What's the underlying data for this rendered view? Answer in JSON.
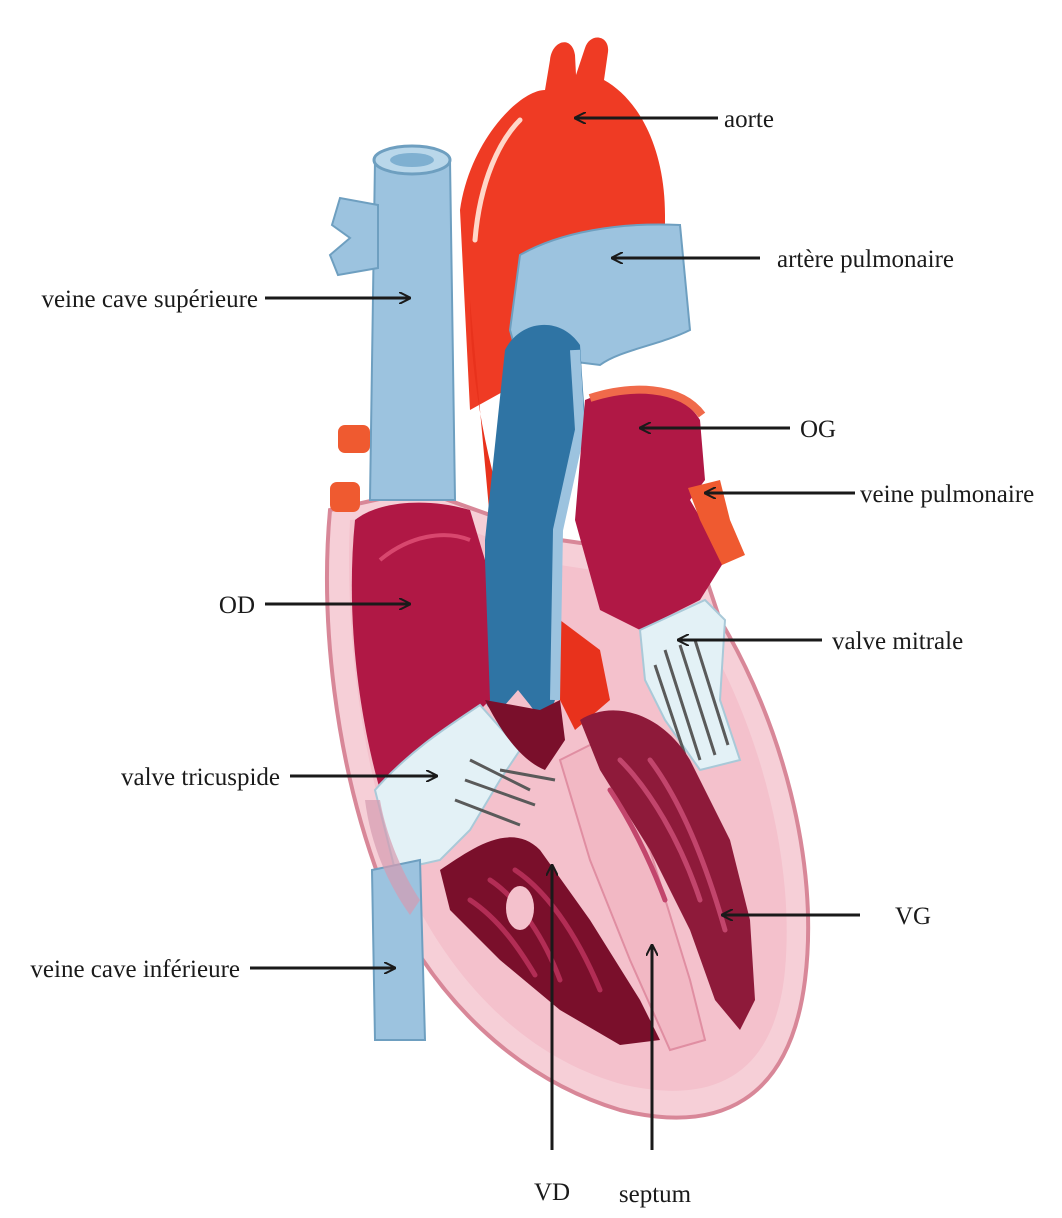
{
  "labels": {
    "aorte": "aorte",
    "artere_pulmonaire": "artère pulmonaire",
    "veine_cave_superieure": "veine cave supérieure",
    "og": "OG",
    "veine_pulmonaire": "veine pulmonaire",
    "od": "OD",
    "valve_mitrale": "valve mitrale",
    "valve_tricuspide": "valve tricuspide",
    "vg": "VG",
    "veine_cave_inferieure": "veine cave inférieure",
    "vd": "VD",
    "septum": "septum"
  },
  "colors": {
    "oxygenated_red": "#ef3b24",
    "deoxygenated_blue": "#9cc3df",
    "deep_blue": "#2f74a4",
    "atrium_crimson": "#b01845",
    "muscle_pink": "#f2b8c4",
    "ventricle_dark": "#7a0f2b",
    "valve_white": "#e3f1f6"
  }
}
